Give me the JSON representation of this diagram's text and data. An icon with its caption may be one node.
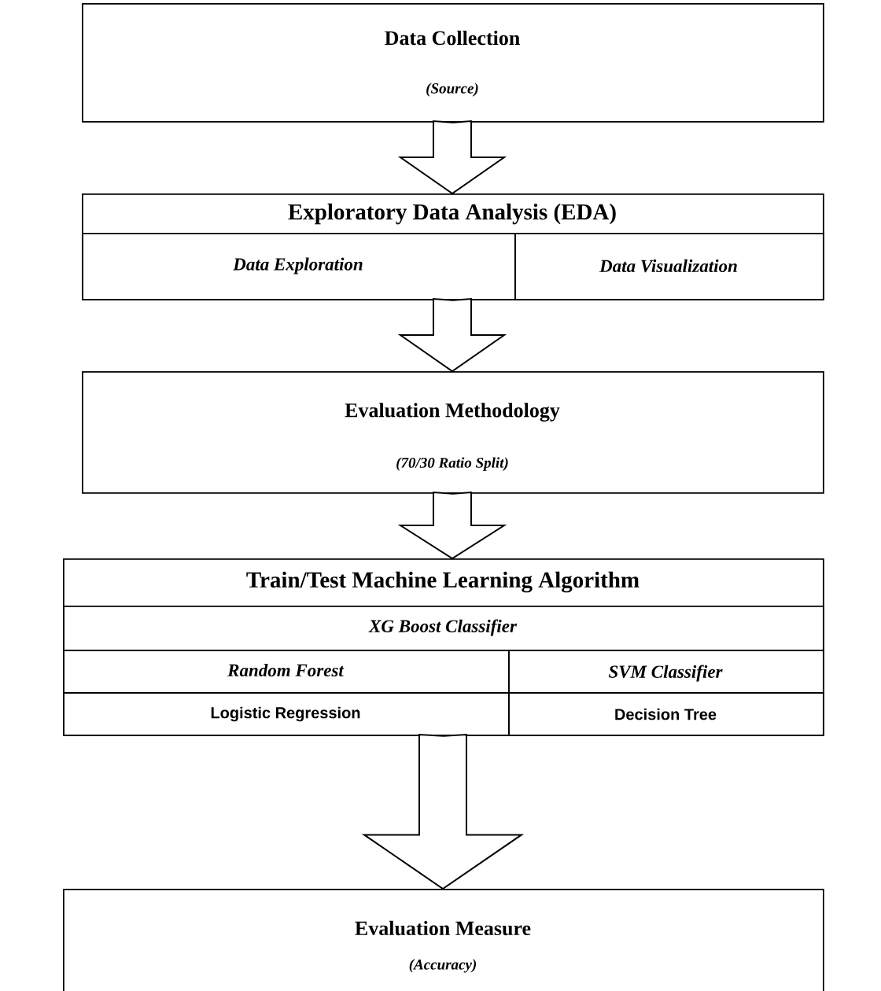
{
  "diagram": {
    "nodes": [
      {
        "text": [
          "Data Collection",
          "(Source)"
        ]
      },
      {
        "text": [
          "Exploratory Data Analysis (EDA)"
        ]
      },
      {
        "text": [
          "Data Exploration"
        ],
        "in": 1
      },
      {
        "text": [
          "Data Visualization"
        ],
        "in": 1
      },
      {
        "text": [
          "Evaluation Methodology",
          "(70/30 Ratio Split)"
        ]
      },
      {
        "text": [
          "Train/Test Machine Learning Algorithm"
        ]
      },
      {
        "text": [
          "XG Boost Classifier"
        ],
        "in": 5
      },
      {
        "text": [
          "Random Forest"
        ],
        "in": 5
      },
      {
        "text": [
          "SVM Classifier"
        ],
        "in": 5
      },
      {
        "text": [
          "Logistic Regression"
        ],
        "in": 5
      },
      {
        "text": [
          "Decision Tree"
        ],
        "in": 5
      },
      {
        "text": [
          "Evaluation Measure",
          "(Accuracy)"
        ]
      }
    ],
    "edges": [
      {
        "from": 0,
        "to": 1,
        "arrow": "to"
      },
      {
        "from": 1,
        "to": 4,
        "arrow": "to"
      },
      {
        "from": 4,
        "to": 5,
        "arrow": "to"
      },
      {
        "from": 5,
        "to": 11,
        "arrow": "to"
      }
    ]
  }
}
